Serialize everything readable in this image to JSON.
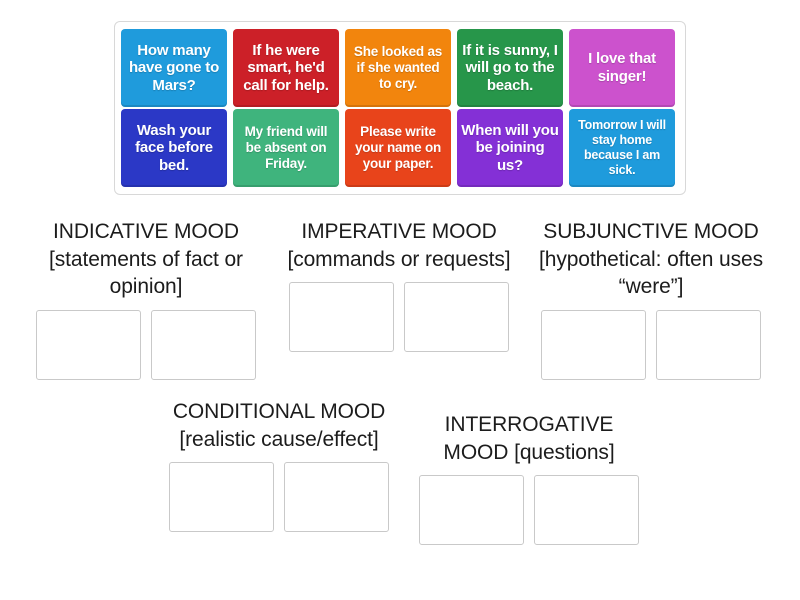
{
  "activity": {
    "type": "group-sort",
    "title": "Verb Moods Group Sort"
  },
  "tray": {
    "name": "draggable-tile-tray",
    "tiles": [
      {
        "text": "How many have gone to Mars?",
        "color": "#1f9bdc",
        "size": "normal"
      },
      {
        "text": "If he were smart, he'd call for help.",
        "color": "#cc2028",
        "size": "normal"
      },
      {
        "text": "She looked as if she wanted to cry.",
        "color": "#f2850d",
        "size": "mid"
      },
      {
        "text": "If it is sunny, I will go to the beach.",
        "color": "#27964a",
        "size": "normal"
      },
      {
        "text": "I love that singer!",
        "color": "#cc52cd",
        "size": "normal"
      },
      {
        "text": "Wash your face before bed.",
        "color": "#2b38c6",
        "size": "normal"
      },
      {
        "text": "My friend will be absent on Friday.",
        "color": "#3fb47d",
        "size": "mid"
      },
      {
        "text": "Please write your name on your paper.",
        "color": "#e8441b",
        "size": "mid"
      },
      {
        "text": "When will you be joining us?",
        "color": "#8430d6",
        "size": "normal"
      },
      {
        "text": "Tomorrow I will stay home because I am sick.",
        "color": "#1f9bdc",
        "size": "small"
      }
    ]
  },
  "categories": [
    {
      "id": "indicative",
      "label": "INDICATIVE MOOD [statements of fact or opinion]",
      "slots": 2
    },
    {
      "id": "imperative",
      "label": "IMPERATIVE MOOD [commands or requests]",
      "slots": 2
    },
    {
      "id": "subjunctive",
      "label": "SUBJUNCTIVE MOOD [hypothetical: often uses “were”]",
      "slots": 2
    },
    {
      "id": "conditional",
      "label": "CONDITIONAL MOOD [realistic cause/effect]",
      "slots": 2
    },
    {
      "id": "interrogative",
      "label": "INTERROGATIVE MOOD [questions]",
      "slots": 2
    }
  ],
  "theme": {
    "page_background": "#ffffff",
    "tray_border": "#d8d8d8",
    "dropzone_border": "#c9c9c9",
    "label_color": "#1c1c1c"
  }
}
